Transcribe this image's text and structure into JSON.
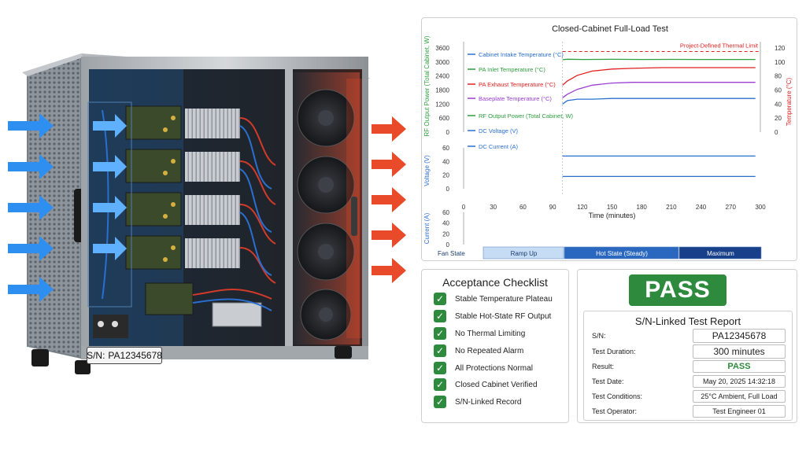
{
  "cabinet": {
    "sn_label": "S/N:",
    "sn_value": "PA12345678",
    "colors": {
      "intake_arrow": "#2f8ff0",
      "exhaust_arrow": "#e84a2a"
    }
  },
  "chart_data": {
    "type": "line",
    "title": "Closed-Cabinet Full-Load Test",
    "xlabel": "Time (minutes)",
    "x_ticks": [
      0,
      30,
      60,
      90,
      120,
      150,
      180,
      210,
      240,
      270,
      300
    ],
    "xlim": [
      0,
      300
    ],
    "test_start_minute": 100,
    "thermal_limit_label": "Project-Defined Thermal Limit",
    "thermal_limit_value": 115,
    "axes": {
      "power": {
        "label": "RF Output Power (Total Cabinet, W)",
        "ticks": [
          0,
          600,
          1200,
          1800,
          2400,
          3000,
          3600
        ],
        "ylim": [
          0,
          3600
        ],
        "color": "#2e9e3e"
      },
      "temperature": {
        "label": "Temperature (°C)",
        "ticks": [
          0,
          20,
          40,
          60,
          80,
          100,
          120
        ],
        "ylim": [
          0,
          120
        ],
        "color": "#e02020"
      },
      "voltage": {
        "label": "Voltage (V)",
        "ticks": [
          0,
          20,
          40,
          60
        ],
        "ylim": [
          0,
          60
        ],
        "color": "#2a6fd0"
      },
      "current": {
        "label": "Current (A)",
        "ticks": [
          0,
          20,
          40,
          60
        ],
        "ylim": [
          0,
          60
        ],
        "color": "#2a6fd0"
      }
    },
    "legend": [
      {
        "name": "Cabinet Intake Temperature (°C)",
        "color": "#2a6fd0"
      },
      {
        "name": "PA Inlet Temperature (°C)",
        "color": "#2e9e3e"
      },
      {
        "name": "PA Exhaust Temperature (°C)",
        "color": "#e02020"
      },
      {
        "name": "Baseplate Temperature (°C)",
        "color": "#9a3fd0"
      },
      {
        "name": "RF Output Power (Total Cabinet, W)",
        "color": "#2e9e3e"
      },
      {
        "name": "DC Voltage (V)",
        "color": "#2a6fd0"
      },
      {
        "name": "DC Current (A)",
        "color": "#2a6fd0"
      }
    ],
    "series": [
      {
        "name": "RF Output Power (Total Cabinet, W)",
        "axis": "power",
        "color": "#2e9e3e",
        "x": [
          100,
          105,
          120,
          150,
          180,
          210,
          240,
          270,
          295
        ],
        "y": [
          3100,
          3120,
          3110,
          3115,
          3110,
          3112,
          3108,
          3110,
          3110
        ]
      },
      {
        "name": "PA Exhaust Temperature (°C)",
        "axis": "temperature",
        "color": "#e02020",
        "x": [
          100,
          105,
          115,
          130,
          150,
          170,
          200,
          240,
          270,
          295
        ],
        "y": [
          67,
          73,
          81,
          87,
          90,
          91,
          92,
          92,
          92,
          92
        ]
      },
      {
        "name": "Baseplate Temperature (°C)",
        "axis": "temperature",
        "color": "#9a3fd0",
        "x": [
          100,
          105,
          115,
          130,
          150,
          170,
          200,
          240,
          270,
          295
        ],
        "y": [
          49,
          54,
          61,
          67,
          70,
          71,
          71,
          71,
          71,
          71
        ]
      },
      {
        "name": "Cabinet Intake Temperature (°C)",
        "axis": "temperature",
        "color": "#2a6fd0",
        "x": [
          100,
          105,
          115,
          130,
          150,
          200,
          250,
          295
        ],
        "y": [
          40,
          45,
          47,
          47,
          48,
          48,
          48,
          48
        ]
      },
      {
        "name": "DC Voltage (V)",
        "axis": "voltage",
        "color": "#2a6fd0",
        "x": [
          100,
          150,
          200,
          250,
          295
        ],
        "y": [
          48,
          48,
          48,
          48,
          48
        ]
      },
      {
        "name": "DC Current (A)",
        "axis": "voltage",
        "color": "#2a6fd0",
        "x": [
          100,
          150,
          200,
          250,
          295
        ],
        "y": [
          18,
          18,
          18,
          18,
          18
        ]
      }
    ],
    "fan_state": {
      "label": "Fan State",
      "segments": [
        {
          "label": "Ramp Up",
          "color": "#c6dcf5",
          "text_color": "#1a3d6e"
        },
        {
          "label": "Hot State (Steady)",
          "color": "#2a68c0",
          "text_color": "#ffffff"
        },
        {
          "label": "Maximum",
          "color": "#173f8a",
          "text_color": "#ffffff"
        }
      ]
    }
  },
  "checklist": {
    "title": "Acceptance Checklist",
    "items": [
      "Stable Temperature Plateau",
      "Stable Hot-State RF Output",
      "No Thermal Limiting",
      "No Repeated Alarm",
      "All Protections Normal",
      "Closed Cabinet Verified",
      "S/N-Linked Record"
    ]
  },
  "report": {
    "badge": "PASS",
    "title": "S/N-Linked Test Report",
    "rows": [
      {
        "label": "S/N:",
        "value": "PA12345678"
      },
      {
        "label": "Test Duration:",
        "value": "300 minutes"
      },
      {
        "label": "Result:",
        "value": "PASS"
      },
      {
        "label": "Test Date:",
        "value": "May 20, 2025  14:32:18"
      },
      {
        "label": "Test Conditions:",
        "value": "25°C Ambient, Full Load"
      },
      {
        "label": "Test Operator:",
        "value": "Test Engineer 01"
      }
    ]
  }
}
